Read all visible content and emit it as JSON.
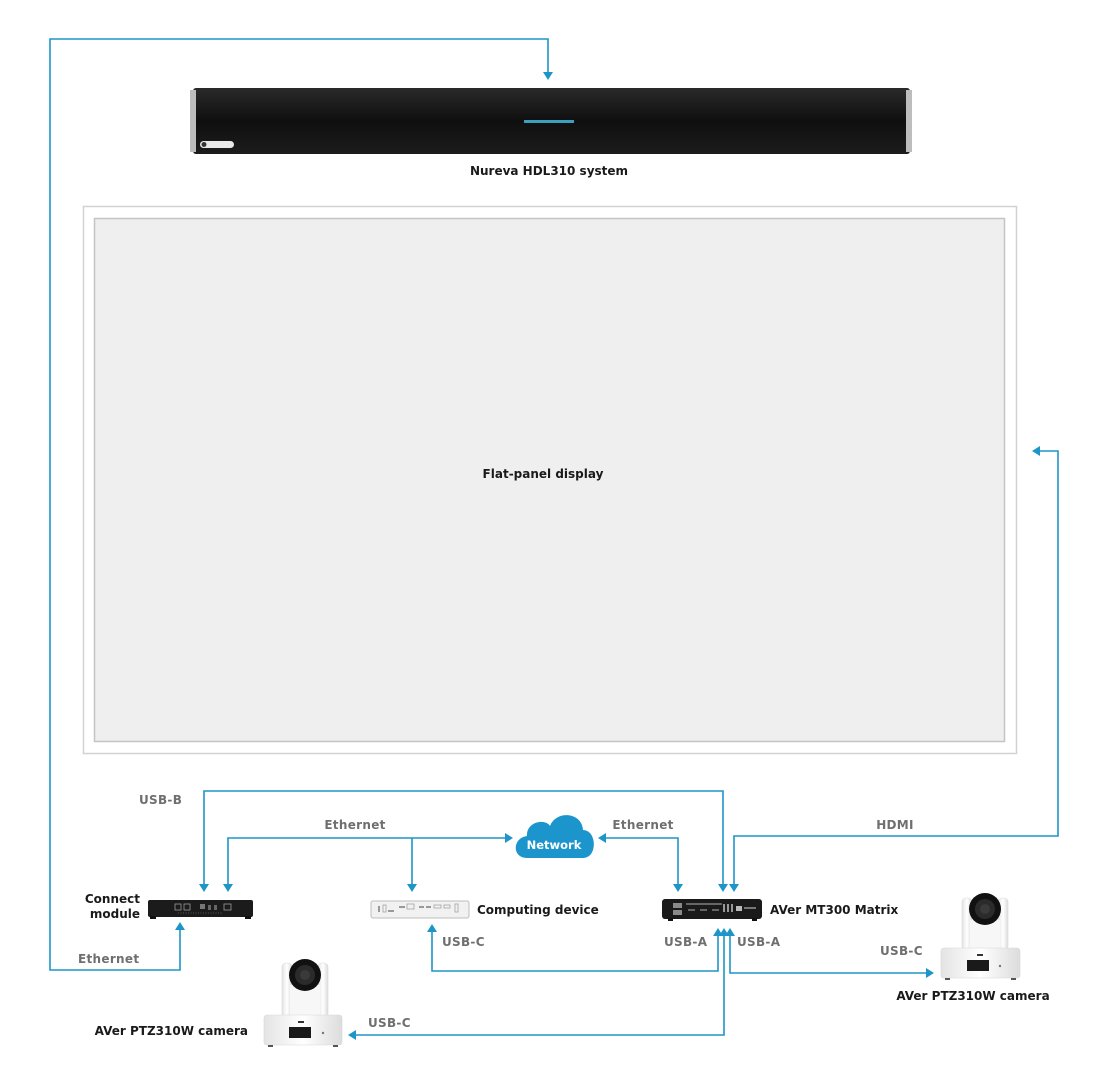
{
  "colors": {
    "wire": "#1e95c9",
    "cloud": "#1b95cc",
    "display_fill": "#efefef",
    "display_frame": "#c9c9c9",
    "device_label": "#1a1a1a",
    "connection_label": "#6f6f6f",
    "soundbar_body": "#111111",
    "soundbar_light": "#3aa0c0"
  },
  "devices": {
    "soundbar": {
      "label": "Nureva HDL310 system",
      "icon": "soundbar-icon"
    },
    "display": {
      "label": "Flat-panel display",
      "icon": "display-icon"
    },
    "connect_module": {
      "label_line1": "Connect",
      "label_line2": "module",
      "icon": "connect-module-icon"
    },
    "network": {
      "label": "Network",
      "icon": "cloud-icon"
    },
    "computing_device": {
      "label": "Computing device",
      "icon": "computing-device-icon"
    },
    "matrix": {
      "label": "AVer MT300 Matrix",
      "icon": "matrix-box-icon"
    },
    "camera_right": {
      "label": "AVer PTZ310W camera",
      "icon": "ptz-camera-icon"
    },
    "camera_left": {
      "label": "AVer PTZ310W camera",
      "icon": "ptz-camera-icon"
    }
  },
  "connections": {
    "usb_b": "USB-B",
    "ethernet_left_top": "Ethernet",
    "ethernet_right_top": "Ethernet",
    "hdmi": "HDMI",
    "ethernet_bottom": "Ethernet",
    "usb_c_computing": "USB-C",
    "usb_a_left": "USB-A",
    "usb_a_right": "USB-A",
    "usb_c_right_camera": "USB-C",
    "usb_c_left_camera": "USB-C"
  }
}
